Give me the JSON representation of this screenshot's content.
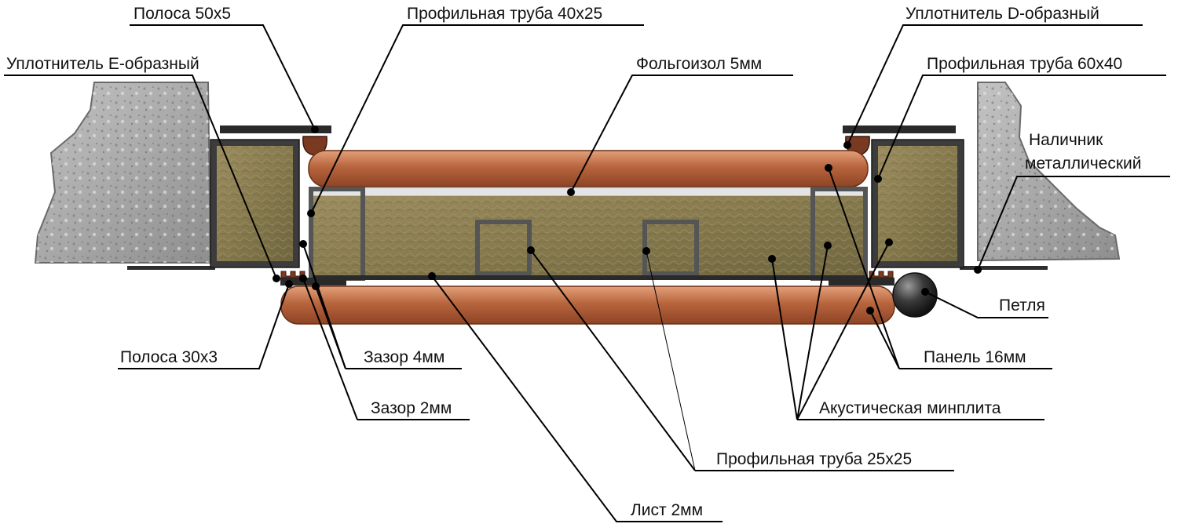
{
  "labels": {
    "strip_50x5": "Полоса 50х5",
    "profile_40x25": "Профильная труба 40х25",
    "seal_d": "Уплотнитель D-образный",
    "seal_e": "Уплотнитель Е-образный",
    "foil_insulation": "Фольгоизол 5мм",
    "profile_60x40": "Профильная труба 60х40",
    "trim_line1": "Наличник",
    "trim_line2": "металлический",
    "hinge": "Петля",
    "strip_30x3": "Полоса 30х3",
    "gap_4": "Зазор 4мм",
    "panel_16": "Панель 16мм",
    "gap_2": "Зазор 2мм",
    "acoustic_wool": "Акустическая минплита",
    "profile_25x25": "Профильная труба 25х25",
    "sheet_2": "Лист 2мм"
  },
  "colors": {
    "wood": "#b0603c",
    "wood_light": "#d28a62",
    "wool": "#8a7d52",
    "metal": "#4a4a4a",
    "concrete": "#a9a9a9",
    "seal": "#7a3a22",
    "leader": "#000000"
  }
}
